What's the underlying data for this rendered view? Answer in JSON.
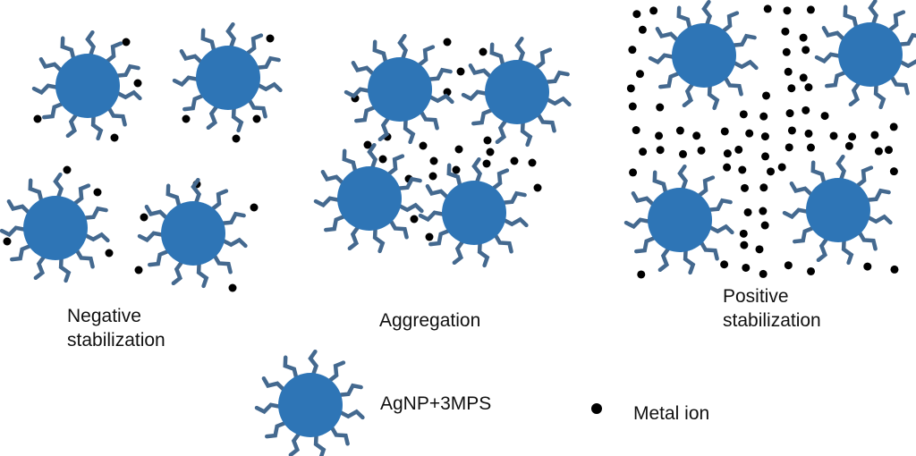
{
  "labels": {
    "negative": [
      "Negative",
      "stabilization"
    ],
    "aggregation": "Aggregation",
    "positive": [
      "Positive",
      "stabilization"
    ]
  },
  "legend": {
    "particle_label": "AgNP+3MPS",
    "ion_label": "Metal ion"
  },
  "colors": {
    "particle": "#2e75b6",
    "ligand": "#44698f",
    "ion": "#000000"
  },
  "icons": [
    "nanoparticle-icon",
    "metal-ion-icon"
  ]
}
